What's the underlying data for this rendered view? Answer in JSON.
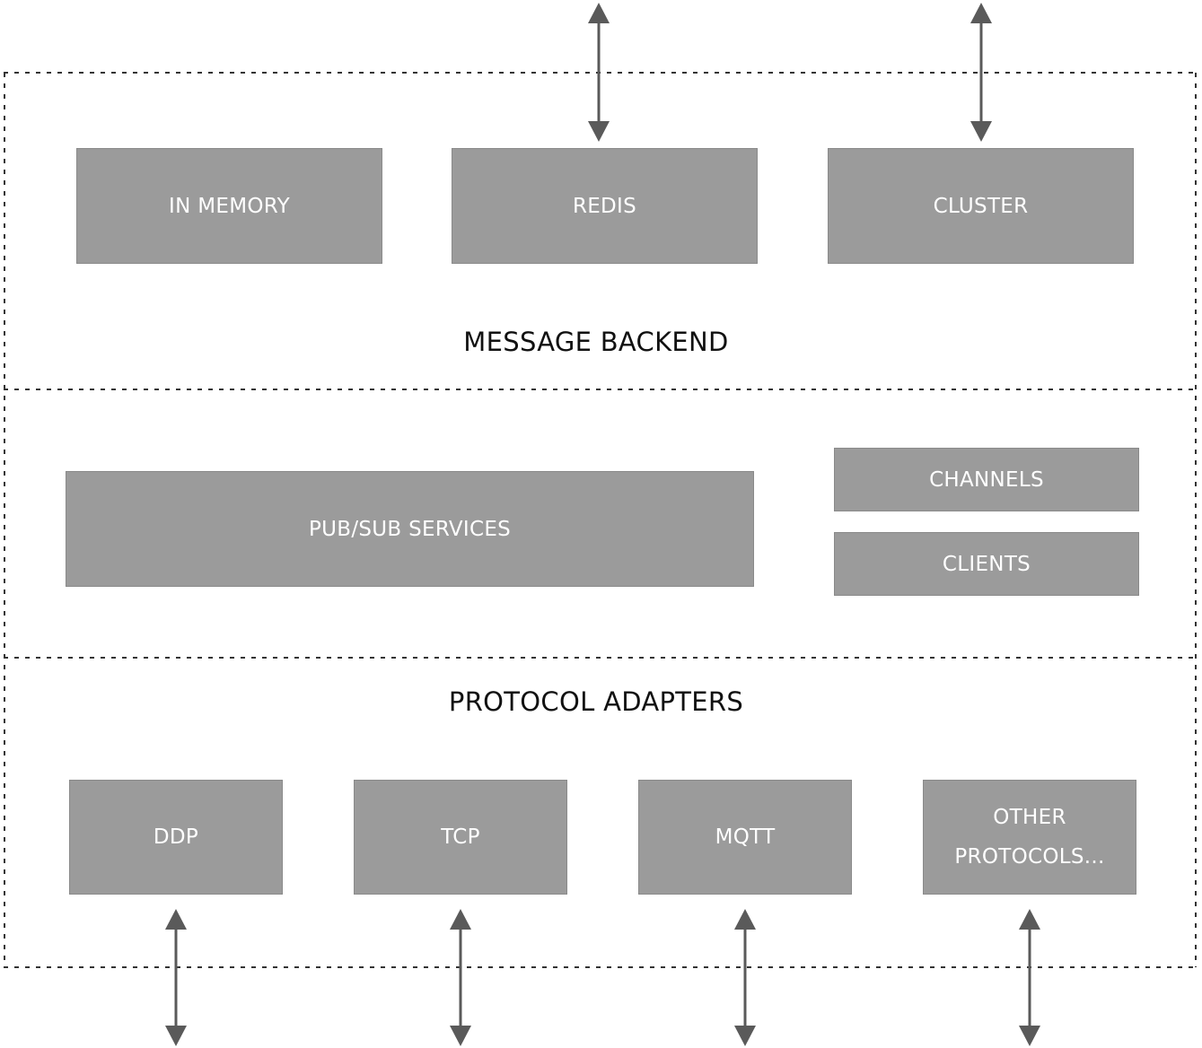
{
  "colors": {
    "box_fill": "#9b9b9b",
    "box_text": "#ffffff",
    "label_text": "#111111",
    "arrow": "#5a5a5a",
    "dotted_line": "#333333"
  },
  "message_backend": {
    "label": "MESSAGE BACKEND",
    "boxes": {
      "in_memory": "IN MEMORY",
      "redis": "REDIS",
      "cluster": "CLUSTER"
    }
  },
  "middle": {
    "pubsub": "PUB/SUB SERVICES",
    "channels": "CHANNELS",
    "clients": "CLIENTS"
  },
  "protocol_adapters": {
    "label": "PROTOCOL ADAPTERS",
    "boxes": {
      "ddp": "DDP",
      "tcp": "TCP",
      "mqtt": "MQTT",
      "other_line1": "OTHER",
      "other_line2": "PROTOCOLS..."
    }
  },
  "icons": {
    "arrow": "double-headed-vertical-arrow-icon"
  }
}
